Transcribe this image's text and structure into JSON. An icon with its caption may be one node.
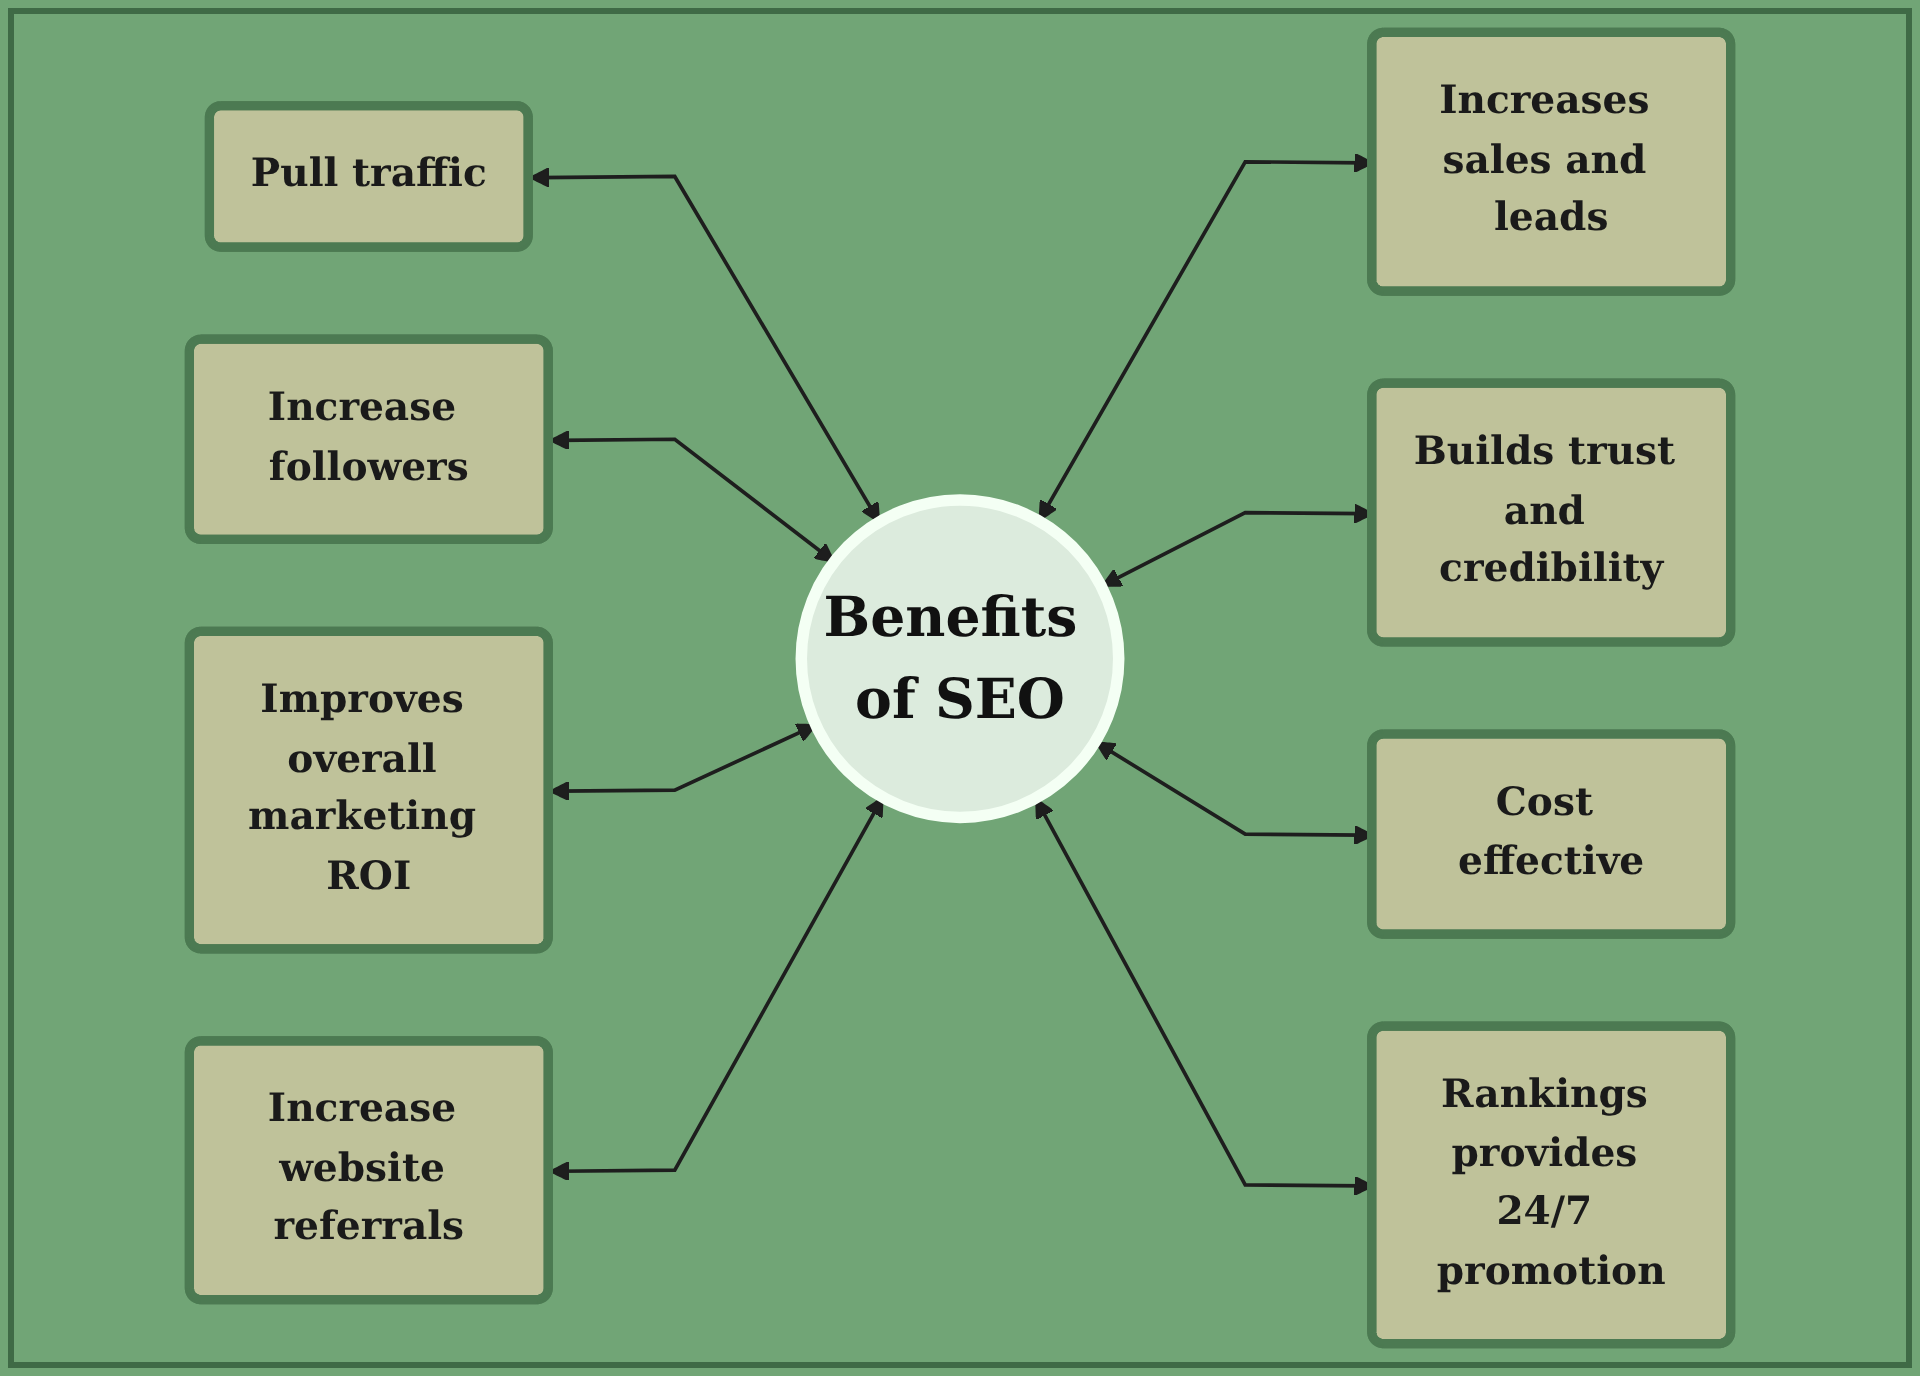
{
  "diagram": {
    "nodes": [
      {
        "text": [
          "Pull traffic"
        ]
      },
      {
        "text": [
          "Increase followers"
        ]
      },
      {
        "text": [
          "Increases sales and leads"
        ]
      },
      {
        "text": [
          "Improves overall marketing ROI"
        ]
      },
      {
        "text": [
          "Benefits of SEO"
        ]
      },
      {
        "text": [
          "Builds trust and credibility"
        ]
      },
      {
        "text": [
          "Cost effective"
        ]
      },
      {
        "text": [
          "Increase website referrals"
        ]
      },
      {
        "text": [
          "Rankings provides 24/7 promotion"
        ]
      }
    ],
    "edges": [
      {
        "from": 0,
        "to": 4,
        "arrow": "both"
      },
      {
        "from": 1,
        "to": 4,
        "arrow": "both"
      },
      {
        "from": 4,
        "to": 2,
        "arrow": "both"
      },
      {
        "from": 3,
        "to": 4,
        "arrow": "both"
      },
      {
        "from": 4,
        "to": 5,
        "arrow": "both"
      },
      {
        "from": 4,
        "to": 6,
        "arrow": "both"
      },
      {
        "from": 7,
        "to": 4,
        "arrow": "both"
      },
      {
        "from": 4,
        "to": 8,
        "arrow": "both"
      }
    ]
  }
}
